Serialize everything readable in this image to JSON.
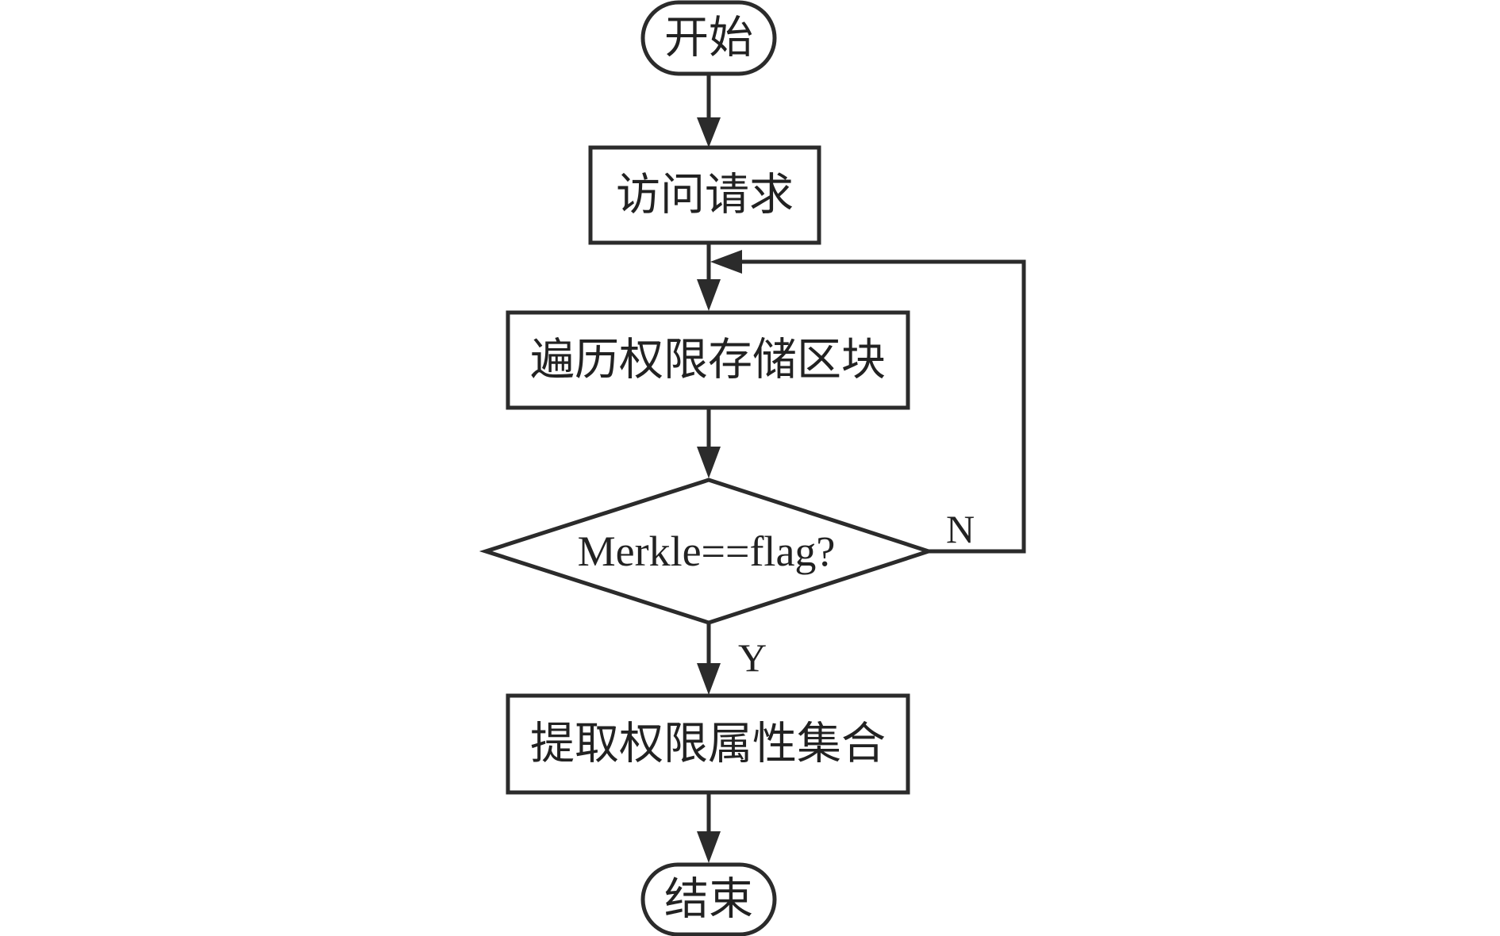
{
  "nodes": {
    "start": {
      "label": "开始"
    },
    "access_request": {
      "label": "访问请求"
    },
    "traverse_blocks": {
      "label": "遍历权限存储区块"
    },
    "decision": {
      "label": "Merkle==flag?"
    },
    "extract_attributes": {
      "label": "提取权限属性集合"
    },
    "end": {
      "label": "结束"
    }
  },
  "edges": {
    "yes_label": "Y",
    "no_label": "N"
  }
}
